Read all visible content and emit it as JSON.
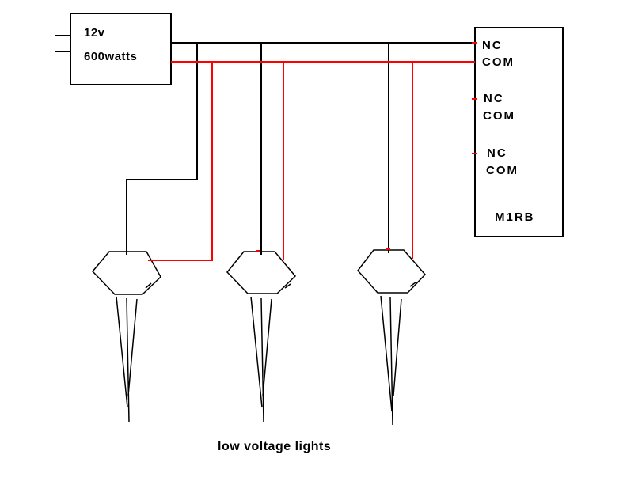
{
  "colors": {
    "background": "#FFFFFF",
    "wire_black": "#000000",
    "wire_red": "#FF0000",
    "text": "#000000"
  },
  "transformer": {
    "voltage_label": "12v",
    "wattage_label": "600watts"
  },
  "relay_module": {
    "model_label": "M1RB",
    "terminals": [
      {
        "nc_label": "NC",
        "com_label": "COM"
      },
      {
        "nc_label": "NC",
        "com_label": "COM"
      },
      {
        "nc_label": "NC",
        "com_label": "COM"
      }
    ]
  },
  "lights": {
    "count": 3,
    "caption_label": "low voltage lights"
  }
}
